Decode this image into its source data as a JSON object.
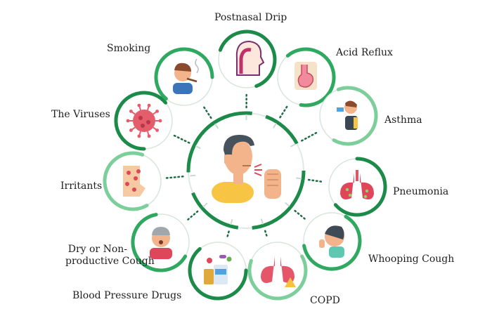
{
  "center": {
    "icon": "coughing-person-icon"
  },
  "causes": [
    {
      "id": "postnasal-drip",
      "label": "Postnasal Drip",
      "icon": "head-throat-icon"
    },
    {
      "id": "acid-reflux",
      "label": "Acid Reflux",
      "icon": "stomach-icon"
    },
    {
      "id": "asthma",
      "label": "Asthma",
      "icon": "inhaler-icon"
    },
    {
      "id": "pneumonia",
      "label": "Pneumonia",
      "icon": "lungs-icon"
    },
    {
      "id": "whooping-cough",
      "label": "Whooping Cough",
      "icon": "child-coughing-icon"
    },
    {
      "id": "copd",
      "label": "COPD",
      "icon": "lungs-warning-icon"
    },
    {
      "id": "blood-pressure-drugs",
      "label": "Blood Pressure Drugs",
      "icon": "medicine-icon"
    },
    {
      "id": "dry-cough",
      "label": "Dry or Non-\nproductive Cough",
      "label_line1": "Dry or Non-",
      "label_line2": "productive Cough",
      "icon": "dry-cough-icon"
    },
    {
      "id": "irritants",
      "label": "Irritants",
      "icon": "irritated-skin-icon"
    },
    {
      "id": "viruses",
      "label": "The Viruses",
      "icon": "virus-icon"
    },
    {
      "id": "smoking",
      "label": "Smoking",
      "icon": "smoking-man-icon"
    }
  ],
  "colors": {
    "green_dark": "#1c8b4a",
    "green_mid": "#2fa860",
    "green_light": "#7ccf9b",
    "dotted": "#1e6b44",
    "skin": "#f3b48b",
    "hair": "#46525c",
    "shirt_yellow": "#f7c443",
    "red": "#e0465a",
    "pink": "#f08a9c",
    "blue": "#4fa3e0"
  }
}
